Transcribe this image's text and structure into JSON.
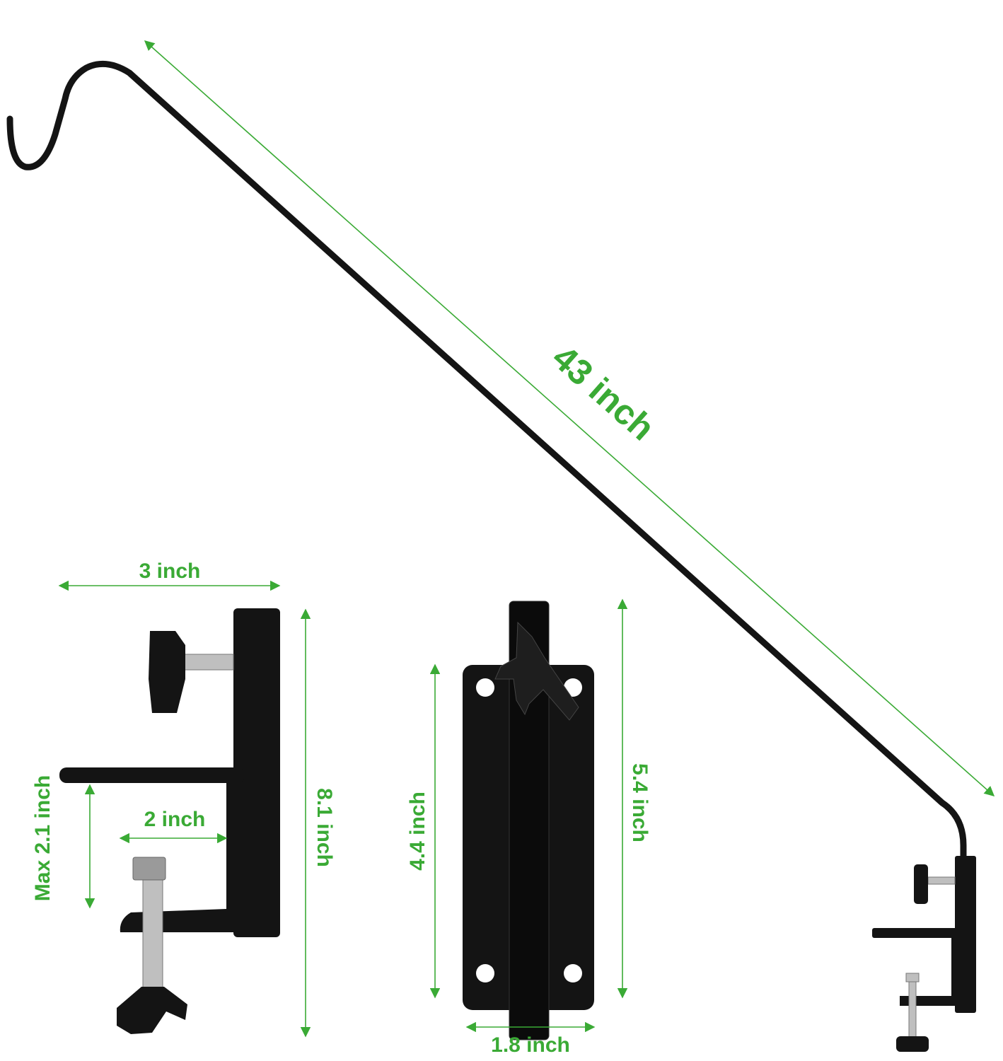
{
  "colors": {
    "dimension": "#3aaa35",
    "product": "#141414",
    "background": "#ffffff"
  },
  "dimensions": {
    "hook_length": "43 inch",
    "clamp_width": "3 inch",
    "clamp_height": "8.1 inch",
    "clamp_opening": "Max 2.1 inch",
    "clamp_depth": "2 inch",
    "bracket_plate_height": "4.4 inch",
    "bracket_total_height": "5.4 inch",
    "bracket_width": "1.8 inch"
  }
}
